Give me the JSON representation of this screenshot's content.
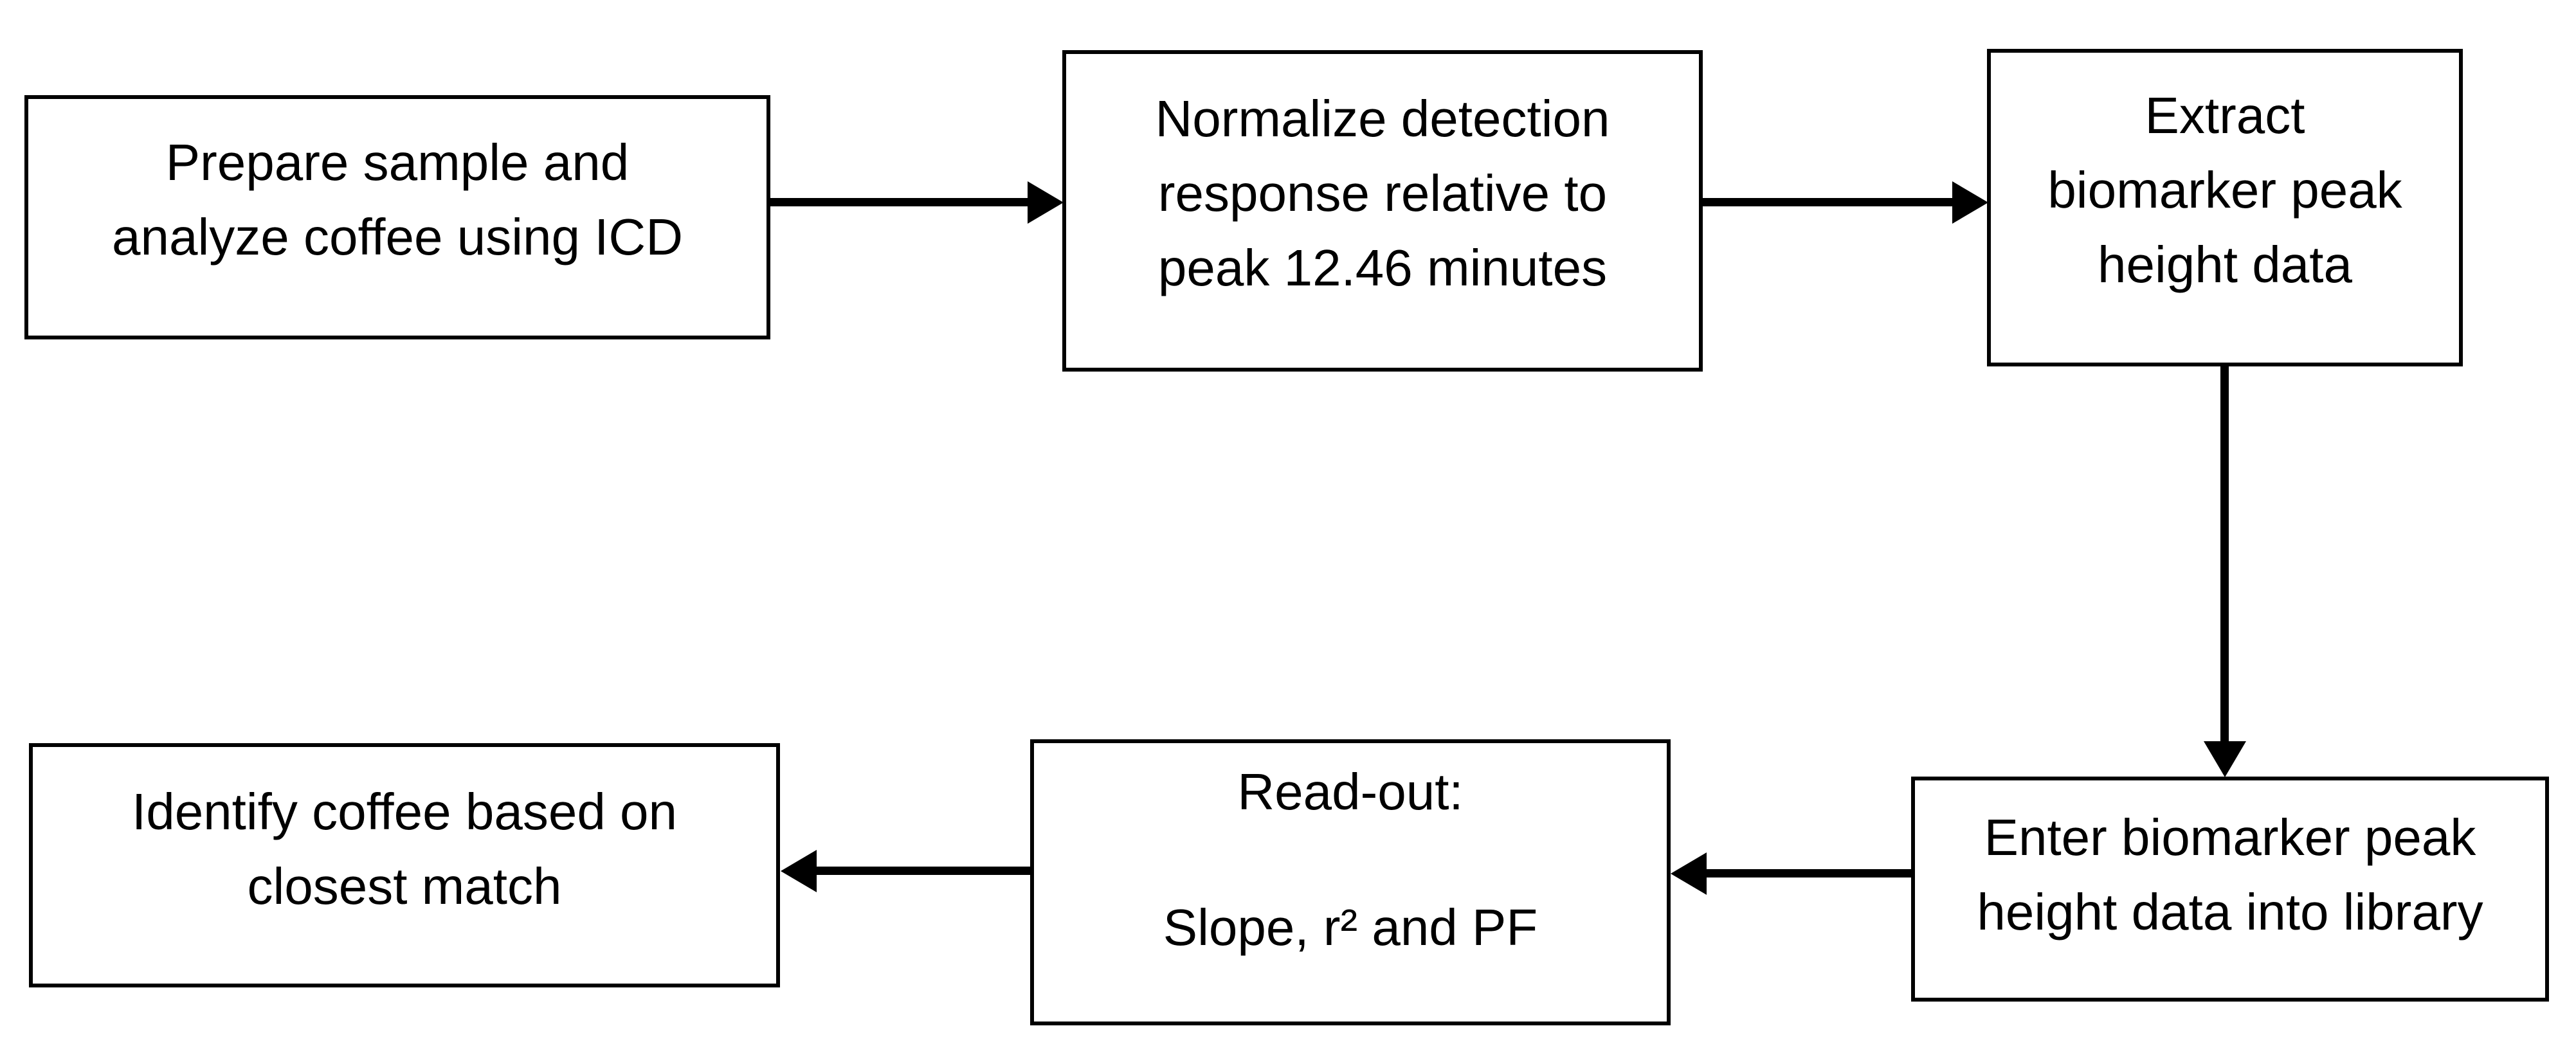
{
  "diagram": {
    "type": "flowchart",
    "background_color": "#ffffff",
    "stroke_color": "#000000",
    "text_color": "#000000",
    "nodes": {
      "prepare": {
        "text": "Prepare sample and\nanalyze coffee using ICD"
      },
      "normalize": {
        "text": "Normalize detection\nresponse relative to\npeak 12.46 minutes"
      },
      "extract": {
        "text": "Extract\nbiomarker peak\nheight data"
      },
      "enter_library": {
        "text": "Enter biomarker peak\nheight data into library"
      },
      "readout": {
        "title": "Read-out:",
        "values": "Slope, r² and PF"
      },
      "identify": {
        "text": "Identify coffee based on\nclosest match"
      }
    },
    "edges": [
      {
        "from": "prepare",
        "to": "normalize",
        "direction": "right"
      },
      {
        "from": "normalize",
        "to": "extract",
        "direction": "right"
      },
      {
        "from": "extract",
        "to": "enter_library",
        "direction": "down"
      },
      {
        "from": "enter_library",
        "to": "readout",
        "direction": "left"
      },
      {
        "from": "readout",
        "to": "identify",
        "direction": "left"
      }
    ]
  }
}
